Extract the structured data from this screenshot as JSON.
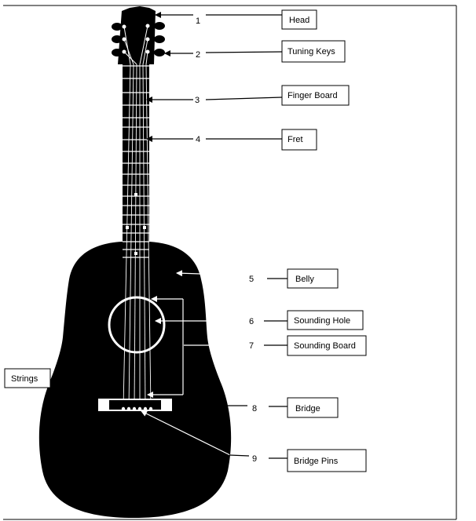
{
  "parts": [
    {
      "number": "1",
      "label": "Head"
    },
    {
      "number": "2",
      "label": "Tuning Keys"
    },
    {
      "number": "3",
      "label": "Finger Board"
    },
    {
      "number": "4",
      "label": "Fret"
    },
    {
      "number": "5",
      "label": "Belly"
    },
    {
      "number": "6",
      "label": "Sounding Hole"
    },
    {
      "number": "7",
      "label": "Sounding Board"
    },
    {
      "number": "8",
      "label": "Bridge"
    },
    {
      "number": "9",
      "label": "Bridge Pins"
    }
  ],
  "strings_label": "Strings",
  "colors": {
    "guitar": "#000000",
    "background": "#ffffff",
    "lines": "#000000"
  }
}
